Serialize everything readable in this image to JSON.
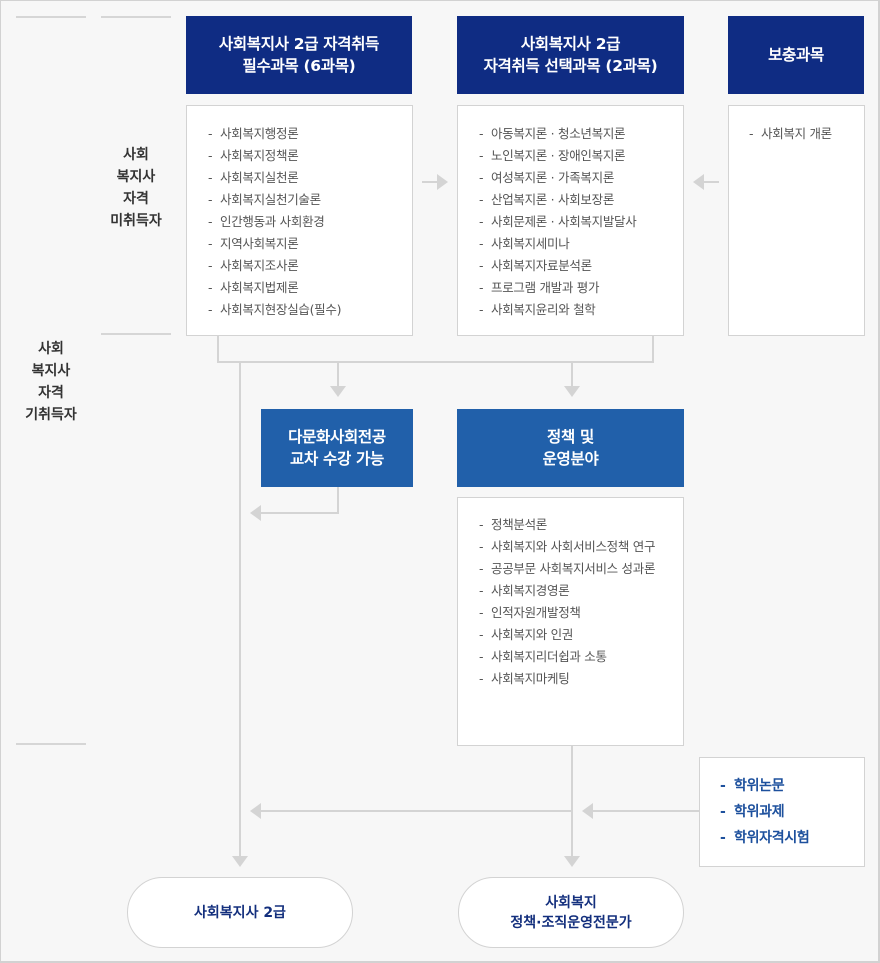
{
  "colors": {
    "navy_header": "#0f2c83",
    "blue_header": "#2160aa",
    "connector": "#d4d4d4",
    "degree_text": "#1d509d",
    "oval_text": "#132f7d",
    "background": "#f7f7f7"
  },
  "side_labels": {
    "not_acquired": "사회\n복지사\n자격\n미취득자",
    "acquired": "사회\n복지사\n자격\n기취득자"
  },
  "headers": {
    "required": "사회복지사 2급 자격취득\n필수과목 (6과목)",
    "elective": "사회복지사 2급\n자격취득 선택과목 (2과목)",
    "supplementary": "보충과목",
    "multicultural": "다문화사회전공\n교차 수강 가능",
    "policy": "정책 및\n운영분야"
  },
  "lists": {
    "required": [
      "사회복지행정론",
      "사회복지정책론",
      "사회복지실천론",
      "사회복지실천기술론",
      "인간행동과 사회환경",
      "지역사회복지론",
      "사회복지조사론",
      "사회복지법제론",
      "사회복지현장실습(필수)"
    ],
    "elective": [
      "아동복지론 · 청소년복지론",
      "노인복지론 · 장애인복지론",
      "여성복지론 · 가족복지론",
      "산업복지론 · 사회보장론",
      "사회문제론 · 사회복지발달사",
      "사회복지세미나",
      "사회복지자료분석론",
      "프로그램 개발과 평가",
      "사회복지윤리와 철학"
    ],
    "supplementary": [
      "사회복지 개론"
    ],
    "policy": [
      "정책분석론",
      "사회복지와 사회서비스정책 연구",
      "공공부문 사회복지서비스 성과론",
      "사회복지경영론",
      "인적자원개발정책",
      "사회복지와 인권",
      "사회복지리더쉽과 소통",
      "사회복지마케팅"
    ],
    "degree": [
      "학위논문",
      "학위과제",
      "학위자격시험"
    ]
  },
  "outcomes": {
    "level2": "사회복지사 2급",
    "specialist": "사회복지\n정책·조직운영전문가"
  }
}
